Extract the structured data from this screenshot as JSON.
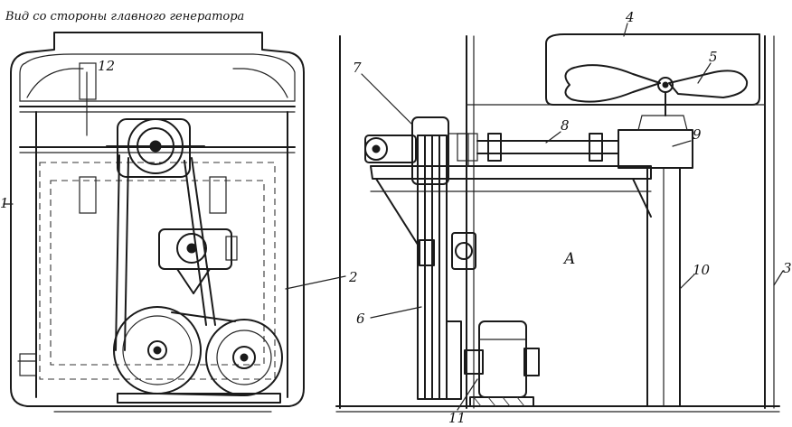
{
  "caption": "Вид со стороны главного генератора",
  "labels": {
    "l1": "1",
    "l2": "2",
    "l3": "3",
    "l4": "4",
    "l5": "5",
    "l6": "6",
    "l7": "7",
    "l8": "8",
    "l9": "9",
    "l10": "10",
    "l11": "11",
    "l12": "12",
    "lA": "A"
  },
  "colors": {
    "ink": "#1a1a1a",
    "paper": "#ffffff"
  }
}
